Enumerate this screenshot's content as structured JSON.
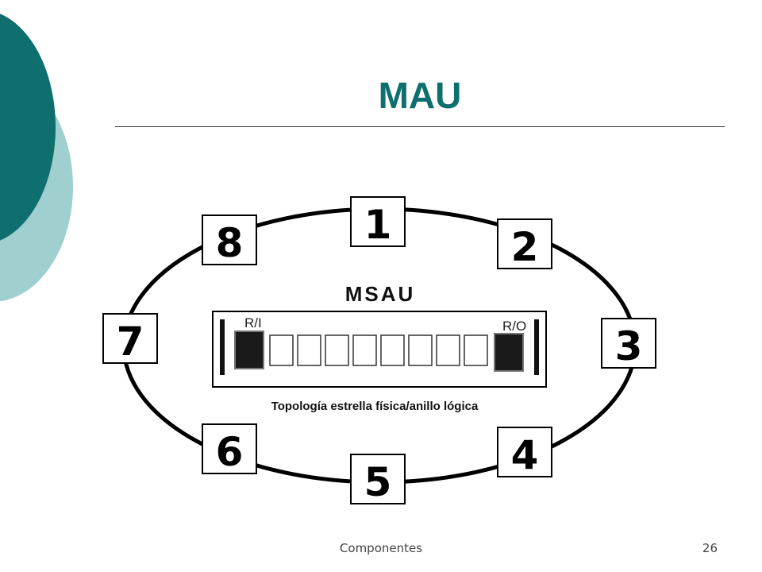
{
  "slide": {
    "title": "MAU",
    "footer": "Componentes",
    "page_number": "26",
    "colors": {
      "title": "#0f6e6e",
      "circle_dark": "#0f6e6e",
      "circle_light": "#9fcfcf"
    }
  },
  "diagram": {
    "hub_label": "MSAU",
    "ring_in_label": "R/I",
    "ring_out_label": "R/O",
    "caption": "Topología estrella física/anillo lógica",
    "ports": 8,
    "nodes": [
      "1",
      "2",
      "3",
      "4",
      "5",
      "6",
      "7",
      "8"
    ]
  }
}
